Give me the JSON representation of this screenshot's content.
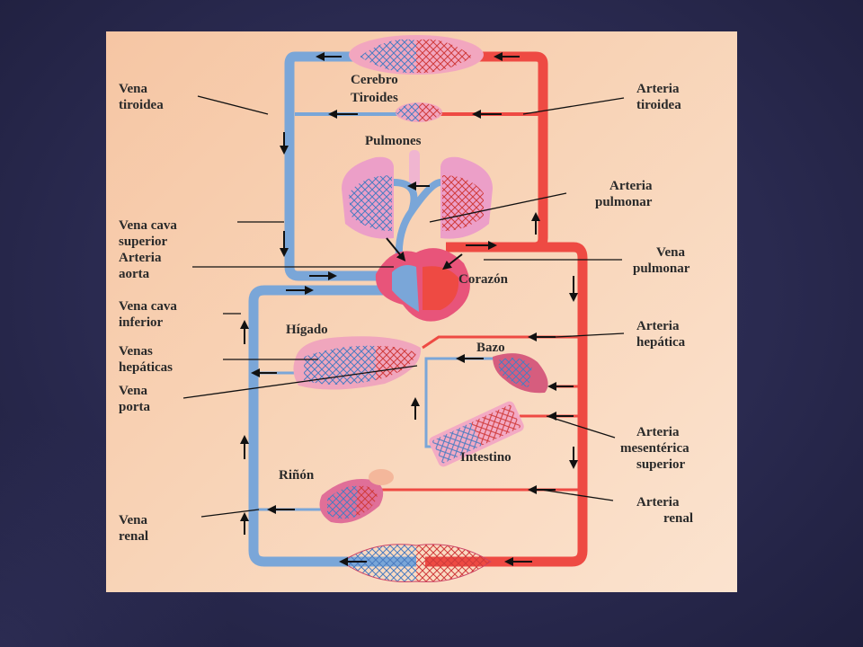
{
  "organs": {
    "cerebro": "Cerebro",
    "tiroides": "Tiroides",
    "pulmones": "Pulmones",
    "corazon": "Corazón",
    "higado": "Hígado",
    "bazo": "Bazo",
    "intestino": "Intestino",
    "rinon": "Riñón"
  },
  "left_labels": {
    "vena_tiroidea": [
      "Vena",
      "tiroidea"
    ],
    "vena_cava_superior": [
      "Vena cava",
      "superior"
    ],
    "arteria_aorta": [
      "Arteria",
      "aorta"
    ],
    "vena_cava_inferior": [
      "Vena cava",
      "inferior"
    ],
    "venas_hepaticas": [
      "Venas",
      "hepáticas"
    ],
    "vena_porta": [
      "Vena",
      "porta"
    ],
    "vena_renal": [
      "Vena",
      "renal"
    ]
  },
  "right_labels": {
    "arteria_tiroidea": [
      "Arteria",
      "tiroidea"
    ],
    "arteria_pulmonar": [
      "Arteria",
      "pulmonar"
    ],
    "vena_pulmonar": [
      "Vena",
      "pulmonar"
    ],
    "arteria_hepatica": [
      "Arteria",
      "hepática"
    ],
    "arteria_mesenterica_superior": [
      "Arteria",
      "mesentérica",
      "superior"
    ],
    "arteria_renal": [
      "Arteria",
      "renal"
    ]
  },
  "colors": {
    "venous": "#6f9fd3",
    "arterial": "#ee4a43",
    "organ_pink": "#e07aa0",
    "background": "#2b2b52",
    "panel": "#f8d3b6"
  }
}
